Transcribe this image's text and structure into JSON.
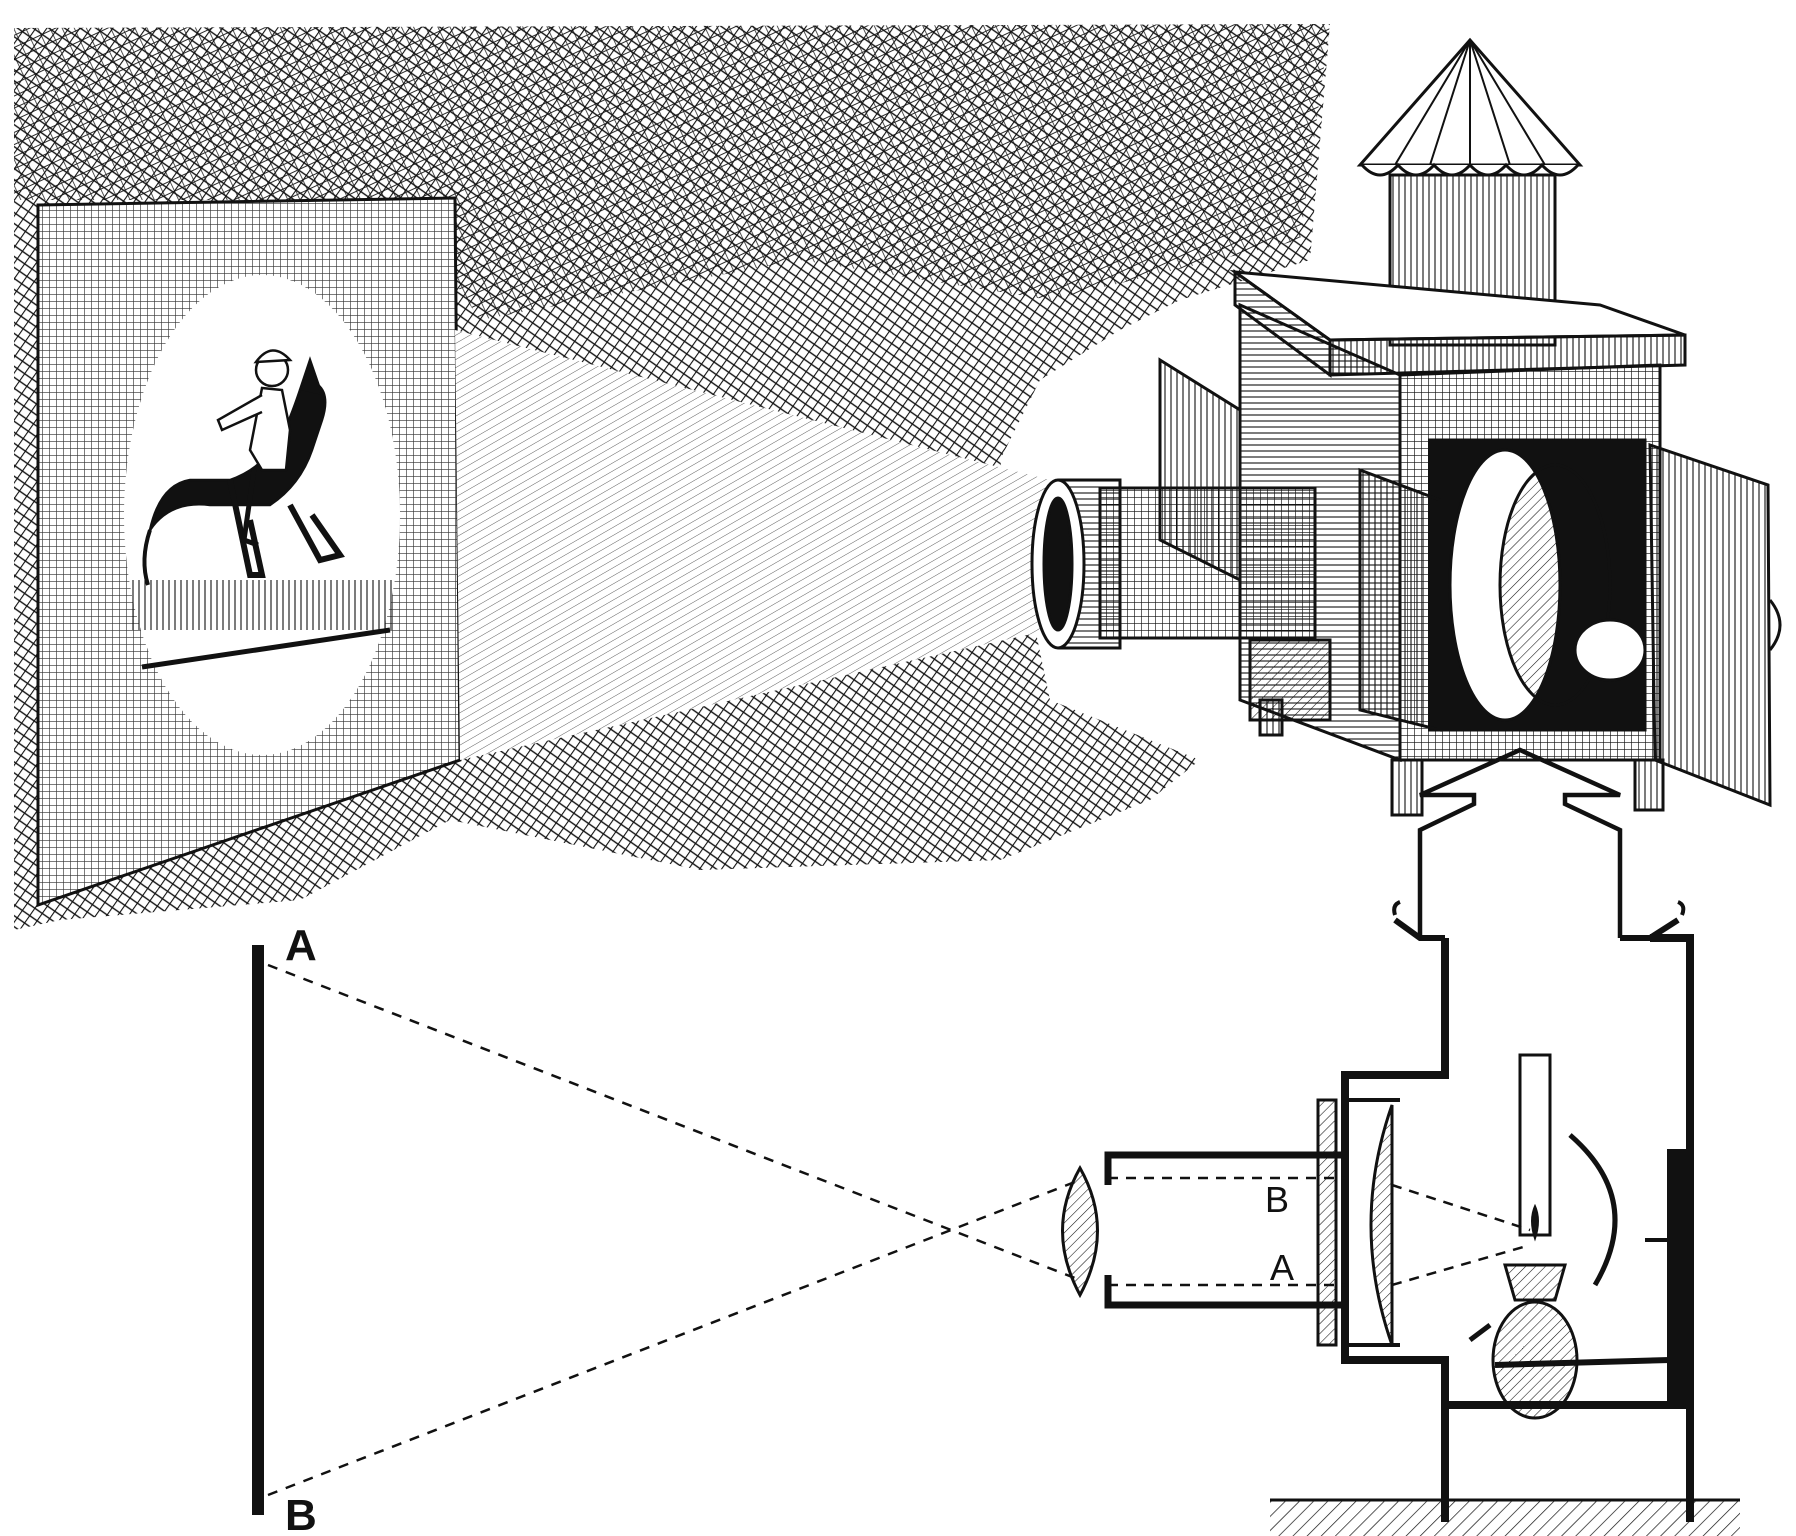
{
  "colors": {
    "ink": "#111111",
    "paper": "#ffffff"
  },
  "labels": {
    "screen_top": "A",
    "screen_bottom": "B",
    "slide_top": "B",
    "slide_bottom": "A"
  },
  "icons": {
    "lamp": "oil-lamp-icon",
    "lens": "objective-lens-icon",
    "condenser": "condenser-lens-icon"
  }
}
